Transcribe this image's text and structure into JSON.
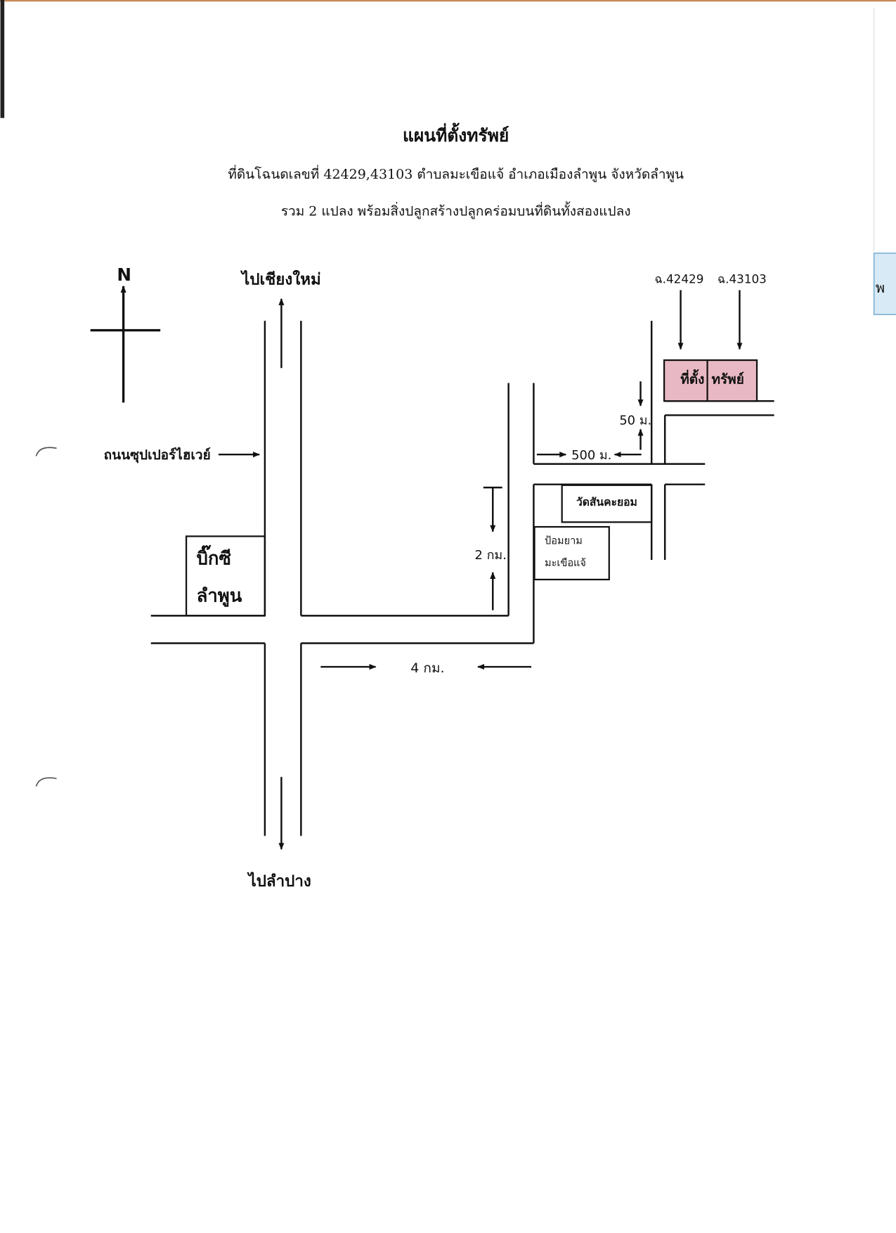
{
  "header": {
    "title": "แผนที่ตั้งทรัพย์",
    "line1": "ที่ดินโฉนดเลขที่ 42429,43103  ตำบลมะเขือแจ้ อำเภอเมืองลำพูน จังหวัดลำพูน",
    "line2": "รวม 2 แปลง พร้อมสิ่งปลูกสร้างปลูกคร่อมบนที่ดินทั้งสองแปลง"
  },
  "compass": {
    "north_label": "N"
  },
  "labels": {
    "to_chiang_mai": "ไปเชียงใหม่",
    "to_lampang": "ไปลำปาง",
    "superhighway": "ถนนซุปเปอร์ไฮเวย์",
    "deed_42429": "ฉ.42429",
    "deed_43103": "ฉ.43103",
    "property_part1": "ที่ตั้ง",
    "property_part2": "ทรัพย์",
    "big_c_line1": "บิ๊กซี",
    "big_c_line2": "ลำพูน",
    "wat": "วัดสันคะยอม",
    "police_line1": "ป้อมยาม",
    "police_line2": "มะเขือแจ้",
    "edge_tab": "พ"
  },
  "distances": {
    "d_50m": "50 ม.",
    "d_500m": "500 ม.",
    "d_2km": "2 กม.",
    "d_4km": "4 กม."
  },
  "colors": {
    "property_fill": "#e8b9c4",
    "edge_tab_fill": "#d8eaf5",
    "edge_tab_stroke": "#7fb3d6",
    "page_top_accent": "#c98a5a"
  }
}
